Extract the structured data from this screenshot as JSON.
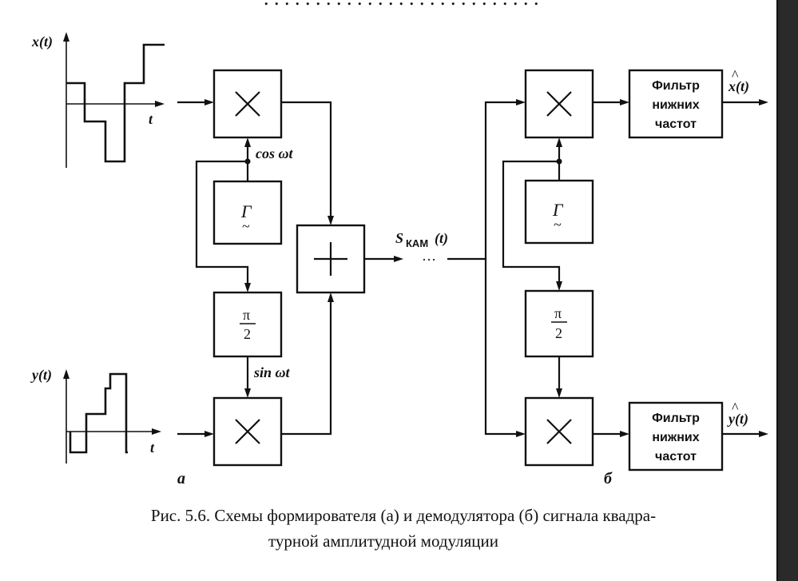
{
  "diagram": {
    "left_panel": {
      "label": "а",
      "signals": {
        "x": "x(t)",
        "y": "y(t)",
        "t_axis": "t"
      },
      "generator_label": "Г",
      "generator_tilde": "~",
      "phase_shift": {
        "numerator": "π",
        "denominator": "2"
      },
      "cos_label": "cos ωt",
      "sin_label": "sin ωt",
      "output_label": "S",
      "output_subscript": "КАМ",
      "output_arg": "(t)",
      "ellipsis": "…"
    },
    "right_panel": {
      "label": "б",
      "generator_label": "Г",
      "generator_tilde": "~",
      "phase_shift": {
        "numerator": "π",
        "denominator": "2"
      },
      "lpf_top": [
        "Фильтр",
        "нижних",
        "частот"
      ],
      "lpf_bottom": [
        "Фильтр",
        "нижних",
        "частот"
      ],
      "out_x": "x(t)",
      "out_y": "y(t)",
      "hat": "^"
    }
  },
  "caption": {
    "line1": "Рис. 5.6. Схемы формирователя (а) и демодулятора (б) сигнала квадра-",
    "line2": "турной амплитудной модуляции"
  }
}
